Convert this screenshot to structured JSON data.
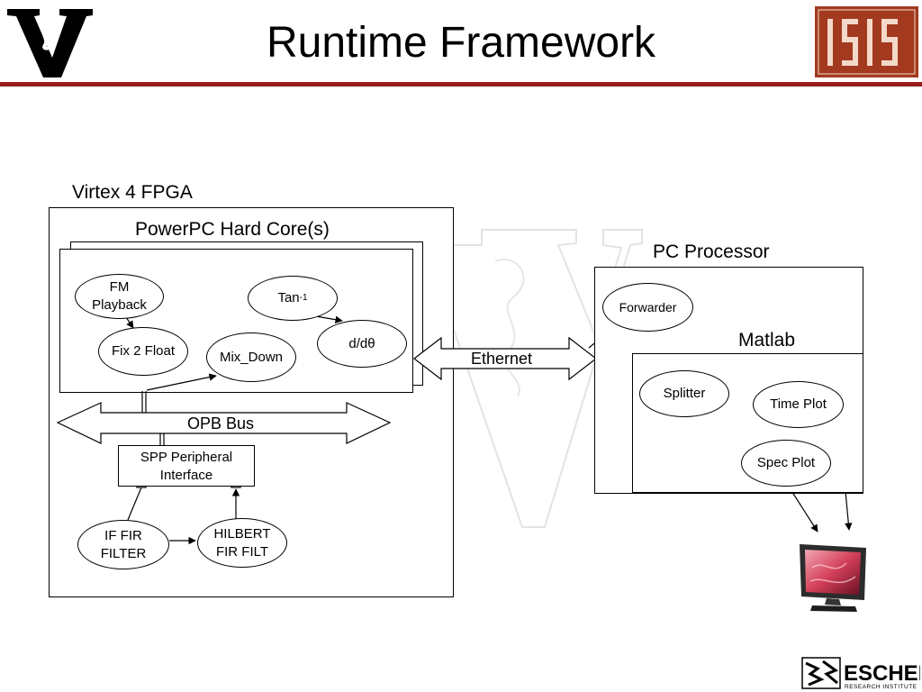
{
  "slide": {
    "title": "Runtime Framework"
  },
  "fpga": {
    "label": "Virtex 4 FPGA",
    "powerpc_label": "PowerPC Hard Core(s)",
    "nodes": {
      "fm_playback": "FM\nPlayback",
      "fix2float": "Fix 2 Float",
      "tan": "Tan",
      "tan_sup": "-1",
      "ddtheta": "d/dθ",
      "mixdown": "Mix_Down"
    },
    "opb_bus": "OPB Bus",
    "spp": "SPP Peripheral\nInterface",
    "if_fir": "IF FIR\nFILTER",
    "hilbert": "HILBERT\nFIR FILT"
  },
  "link": {
    "ethernet": "Ethernet"
  },
  "pc": {
    "label": "PC Processor",
    "forwarder": "Forwarder",
    "matlab_label": "Matlab",
    "splitter": "Splitter",
    "time_plot": "Time Plot",
    "spec_plot": "Spec Plot"
  },
  "icons": {
    "monitor": "monitor-icon",
    "vu_logo": "vanderbilt-logo",
    "isis_logo": "isis-logo",
    "escher_logo": "escher-logo"
  },
  "logos": {
    "isis_text": "ISIS",
    "escher_text": "ESCHER",
    "escher_sub": "RESEARCH INSTITUTE"
  },
  "colors": {
    "rule": "#9b1c1c",
    "isis_bg": "#a33a1f"
  }
}
